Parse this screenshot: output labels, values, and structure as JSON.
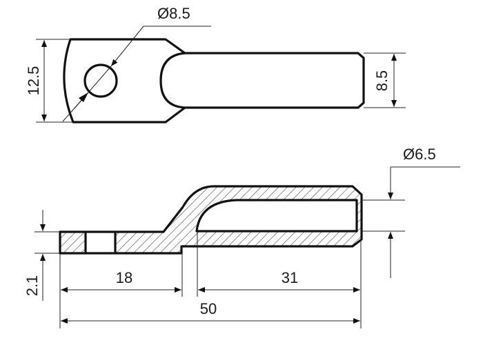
{
  "top_view": {
    "height_dimension": "12.5",
    "hole_diameter": "Ø8.5",
    "shank_width": "8.5"
  },
  "section_view": {
    "thickness_dimension": "2.1",
    "bore_diameter": "Ø6.5",
    "palm_length": "18",
    "barrel_length": "31",
    "total_length": "50"
  },
  "colors": {
    "line": "#111111",
    "background": "#ffffff"
  }
}
